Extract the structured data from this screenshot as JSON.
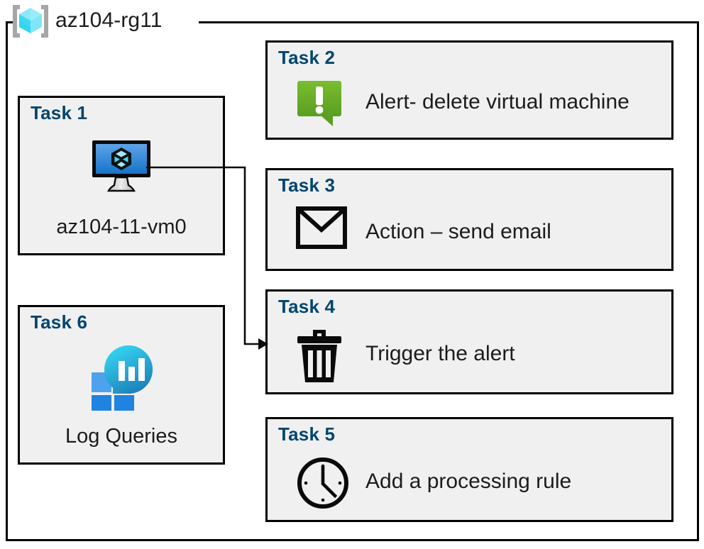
{
  "resource_group": {
    "icon": "resource-group-cube-icon",
    "name": "az104-rg11"
  },
  "colors": {
    "task_label": "#00456E",
    "card_fill": "#F0F0F0",
    "card_border": "#000000",
    "alert_green_light": "#79BE2E",
    "alert_green_dark": "#5A9E22",
    "vm_blue_light": "#5EA3E8",
    "vm_blue_dark": "#1673C8",
    "log_square_light": "#4FA1EE",
    "log_square_dark": "#2083E0",
    "log_circle_light": "#32D2EF",
    "log_circle_dark": "#1C7CB8",
    "rg_cube_light": "#9BECFB",
    "rg_cube_mid": "#3ED8F2",
    "rg_bracket": "#A6A6A6"
  },
  "tasks": [
    {
      "id": "task1",
      "label": "Task 1",
      "caption": "az104-11-vm0",
      "icon": "virtual-machine-icon",
      "column": "left"
    },
    {
      "id": "task2",
      "label": "Task 2",
      "caption": "Alert- delete virtual machine",
      "icon": "alert-bubble-icon",
      "column": "right"
    },
    {
      "id": "task3",
      "label": "Task 3",
      "caption": "Action – send email",
      "icon": "envelope-icon",
      "column": "right"
    },
    {
      "id": "task4",
      "label": "Task 4",
      "caption": "Trigger the alert",
      "icon": "trash-can-icon",
      "column": "right"
    },
    {
      "id": "task5",
      "label": "Task 5",
      "caption": "Add a processing rule",
      "icon": "clock-icon",
      "column": "right"
    },
    {
      "id": "task6",
      "label": "Task 6",
      "caption": "Log Queries",
      "icon": "log-analytics-icon",
      "column": "left"
    }
  ],
  "connector": {
    "name": "vm-to-task4-connector",
    "from": "task1",
    "to": "task4",
    "arrowhead": "right"
  }
}
